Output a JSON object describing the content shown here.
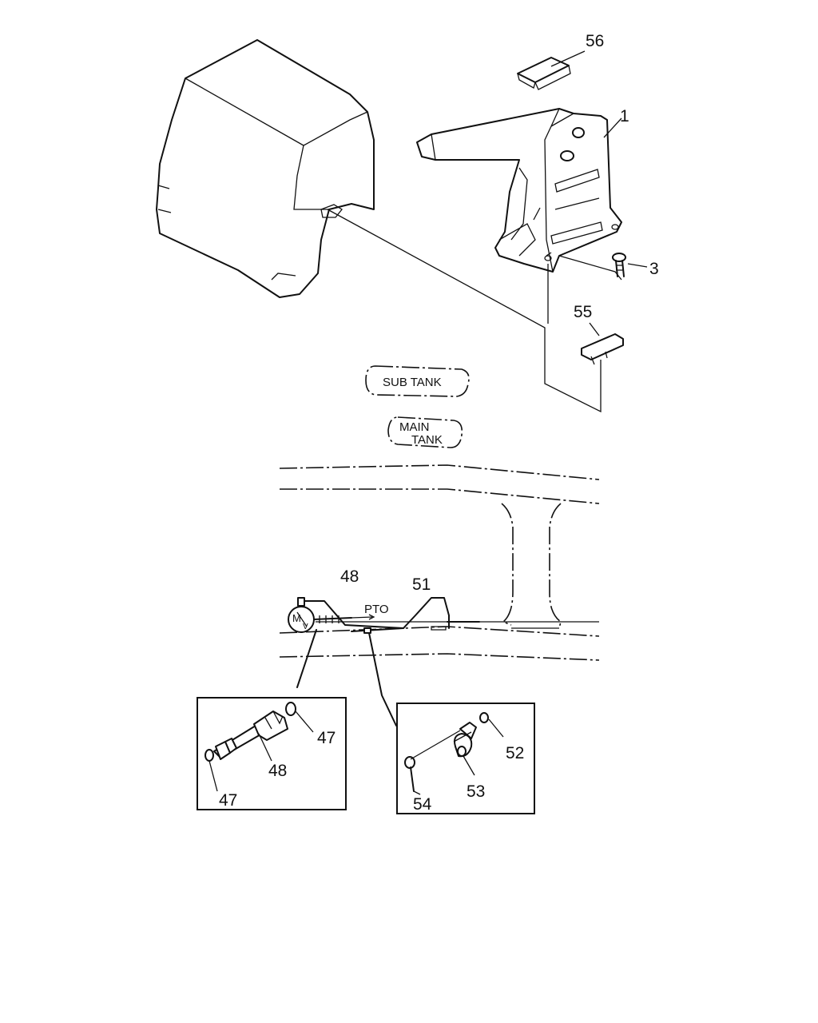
{
  "diagram": {
    "parts": {
      "p1": "1",
      "p3": "3",
      "p47a": "47",
      "p47b": "47",
      "p48a": "48",
      "p48b": "48",
      "p51": "51",
      "p52": "52",
      "p53": "53",
      "p54": "54",
      "p55": "55",
      "p56": "56"
    },
    "labels": {
      "sub_tank": "SUB TANK",
      "main_tank_line1": "MAIN",
      "main_tank_line2": "TANK",
      "pto": "PTO",
      "mv_top": "M",
      "mv_bottom": "V"
    }
  }
}
